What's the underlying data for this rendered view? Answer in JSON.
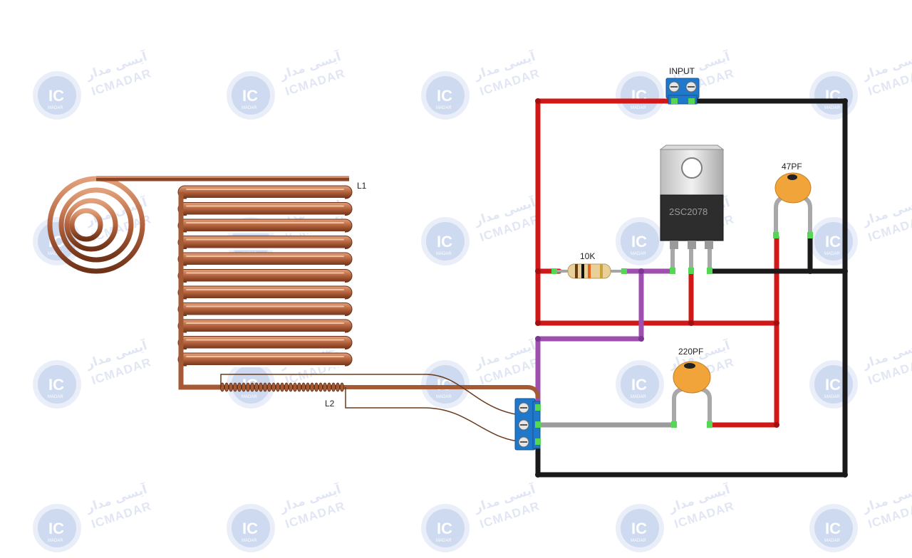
{
  "labels": {
    "input": "INPUT",
    "resistor": "10K",
    "transistor": "2SC2078",
    "cap_top": "47PF",
    "cap_bottom": "220PF",
    "coil_l1": "L1",
    "coil_l2": "L2"
  },
  "watermark": {
    "ic": "IC",
    "latin": "ICMADAR",
    "farsi": "آیسی مدار",
    "small": "MADAR"
  },
  "colors": {
    "red_wire": "#d01818",
    "black_wire": "#1a1a1a",
    "purple_wire": "#9e4fb0",
    "gray_wire": "#9c9c9c",
    "copper": "#b3623c",
    "terminal": "#1f78c9",
    "pin_green": "#55d655",
    "capacitor": "#f0a43a"
  }
}
